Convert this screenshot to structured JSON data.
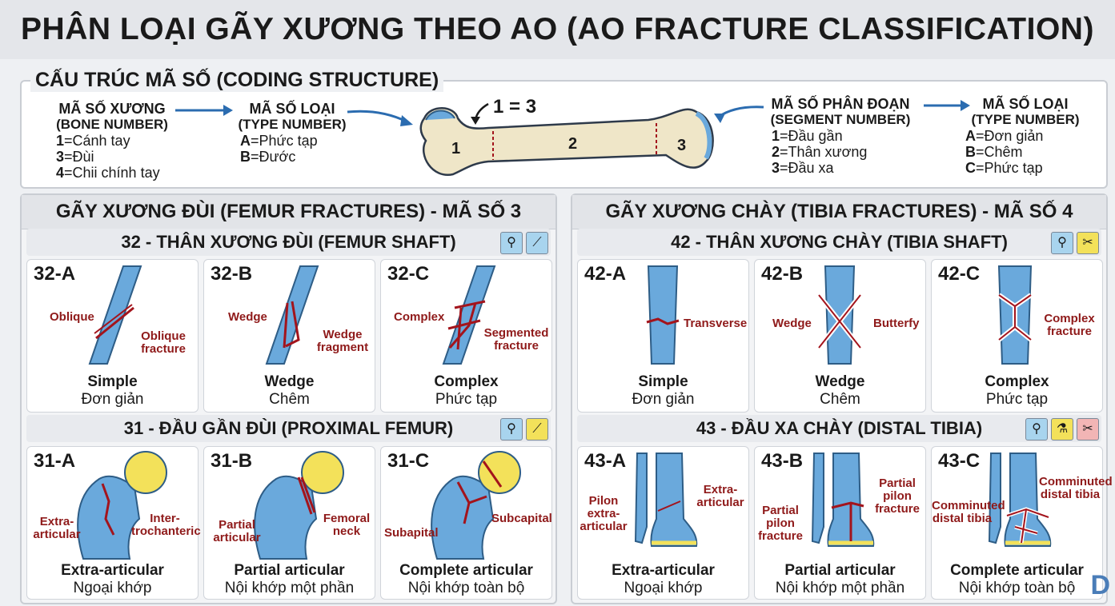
{
  "title": "PHÂN LOẠI GÃY XƯƠNG THEO AO (AO FRACTURE CLASSIFICATION)",
  "coding": {
    "title": "CẤU TRÚC MÃ SỐ (CODING STRUCTURE)",
    "bone_number": {
      "title": "MÃ SỐ XƯƠNG",
      "subtitle": "(BONE NUMBER)",
      "items": [
        {
          "k": "1",
          "v": "=Cánh tay"
        },
        {
          "k": "3",
          "v": "=Đùi"
        },
        {
          "k": "4",
          "v": "=Chii chính tay"
        }
      ]
    },
    "type_number_left": {
      "title": "MÃ SỐ LOẠI",
      "subtitle": "(TYPE NUMBER)",
      "items": [
        {
          "k": "A",
          "v": "=Phức tạp"
        },
        {
          "k": "B",
          "v": "=Đước"
        }
      ]
    },
    "bone_callout": "1 = 3",
    "bone_segments": [
      "1",
      "2",
      "3"
    ],
    "segment_number": {
      "title": "MÃ SỐ PHÂN ĐOẠN",
      "subtitle": "(SEGMENT NUMBER)",
      "items": [
        {
          "k": "1",
          "v": "=Đầu gần"
        },
        {
          "k": "2",
          "v": "=Thân xương"
        },
        {
          "k": "3",
          "v": "=Đầu xa"
        }
      ]
    },
    "type_number_right": {
      "title": "MÃ SỐ LOẠI",
      "subtitle": "(TYPE NUMBER)",
      "items": [
        {
          "k": "A",
          "v": "=Đơn giản"
        },
        {
          "k": "B",
          "v": "=Chêm"
        },
        {
          "k": "C",
          "v": "=Phức tạp"
        }
      ]
    }
  },
  "femur": {
    "title": "GÃY XƯƠNG ĐÙI (FEMUR FRACTURES) - MÃ SỐ 3",
    "shaft": {
      "title": "32 - THÂN XƯƠNG ĐÙI (FEMUR SHAFT)",
      "cards": [
        {
          "code": "32-A",
          "labels": [
            "Oblique",
            "Oblique fracture"
          ],
          "en": "Simple",
          "vi": "Đơn giản"
        },
        {
          "code": "32-B",
          "labels": [
            "Wedge",
            "Wedge fragment"
          ],
          "en": "Wedge",
          "vi": "Chêm"
        },
        {
          "code": "32-C",
          "labels": [
            "Complex",
            "Segmented fracture"
          ],
          "en": "Complex",
          "vi": "Phức tạp"
        }
      ]
    },
    "proximal": {
      "title": "31 - ĐẦU GẦN ĐÙI (PROXIMAL FEMUR)",
      "cards": [
        {
          "code": "31-A",
          "labels": [
            "Extra-articular",
            "Inter-trochanteric"
          ],
          "en": "Extra-articular",
          "vi": "Ngoại khớp"
        },
        {
          "code": "31-B",
          "labels": [
            "Partial articular",
            "Femoral neck"
          ],
          "en": "Partial articular",
          "vi": "Nội khớp một phần"
        },
        {
          "code": "31-C",
          "labels": [
            "Subapital",
            "Subcapital"
          ],
          "en": "Complete articular",
          "vi": "Nội khớp toàn bộ"
        }
      ]
    }
  },
  "tibia": {
    "title": "GÃY XƯƠNG CHÀY (TIBIA FRACTURES) - MÃ SỐ 4",
    "shaft": {
      "title": "42 - THÂN XƯƠNG CHÀY (TIBIA SHAFT)",
      "cards": [
        {
          "code": "42-A",
          "labels": [
            "Transverse"
          ],
          "en": "Simple",
          "vi": "Đơn giản"
        },
        {
          "code": "42-B",
          "labels": [
            "Wedge",
            "Butterfy"
          ],
          "en": "Wedge",
          "vi": "Chêm"
        },
        {
          "code": "42-C",
          "labels": [
            "Complex fracture"
          ],
          "en": "Complex",
          "vi": "Phức tạp"
        }
      ]
    },
    "distal": {
      "title": "43 - ĐẦU XA CHÀY (DISTAL TIBIA)",
      "cards": [
        {
          "code": "43-A",
          "labels": [
            "Pilon extra-articular",
            "Extra-articular"
          ],
          "en": "Extra-articular",
          "vi": "Ngoại khớp"
        },
        {
          "code": "43-B",
          "labels": [
            "Partial pilon fracture",
            "Partial pilon fracture"
          ],
          "en": "Partial articular",
          "vi": "Nội khớp một phần"
        },
        {
          "code": "43-C",
          "labels": [
            "Comminuted distal tibia",
            "Comminuted distal tibia"
          ],
          "en": "Complete articular",
          "vi": "Nội khớp toàn bộ"
        }
      ]
    }
  },
  "colors": {
    "bone": "#6aa9dc",
    "bone_outline": "#2e5d86",
    "cartilage": "#f3e15a",
    "fracture": "#a3141c",
    "accent_arrow": "#2b6cb0"
  },
  "icons": [
    "screw-icon",
    "plate-icon",
    "nail-icon",
    "scissors-icon",
    "flask-icon"
  ]
}
